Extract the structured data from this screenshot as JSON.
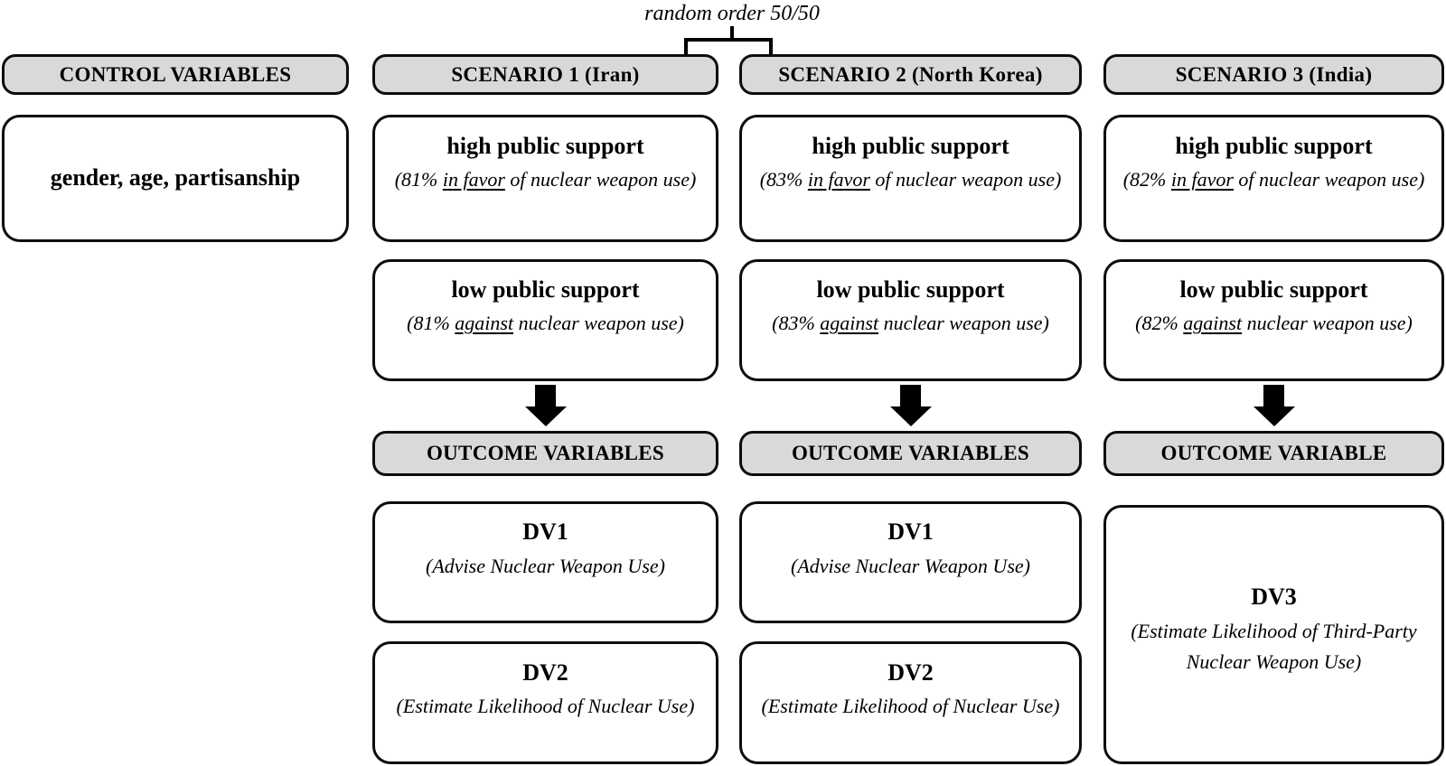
{
  "colors": {
    "header_bg": "#d9d9d9",
    "box_border": "#0d0d0d",
    "arrow": "#000000"
  },
  "annotation": {
    "random_order_label": "random order 50/50"
  },
  "control": {
    "header": "CONTROL VARIABLES",
    "box_text": "gender, age, partisanship"
  },
  "scenarios": [
    {
      "header": "SCENARIO 1 (Iran)",
      "high_title": "high public support",
      "high_detail_pre": "(81% ",
      "high_detail_underline": "in favor",
      "high_detail_post": " of nuclear weapon use)",
      "low_title": "low public support",
      "low_detail_pre": "(81% ",
      "low_detail_underline": "against",
      "low_detail_post": " nuclear weapon use)",
      "outcome_header": "OUTCOME VARIABLES",
      "dvs": [
        {
          "name": "DV1",
          "desc": "(Advise Nuclear Weapon Use)"
        },
        {
          "name": "DV2",
          "desc": "(Estimate Likelihood of Nuclear Use)"
        }
      ]
    },
    {
      "header": "SCENARIO 2 (North Korea)",
      "high_title": "high public support",
      "high_detail_pre": "(83% ",
      "high_detail_underline": "in favor",
      "high_detail_post": " of nuclear weapon use)",
      "low_title": "low public support",
      "low_detail_pre": "(83% ",
      "low_detail_underline": "against",
      "low_detail_post": " nuclear weapon use)",
      "outcome_header": "OUTCOME VARIABLES",
      "dvs": [
        {
          "name": "DV1",
          "desc": "(Advise Nuclear Weapon Use)"
        },
        {
          "name": "DV2",
          "desc": "(Estimate Likelihood of Nuclear Use)"
        }
      ]
    },
    {
      "header": "SCENARIO 3 (India)",
      "high_title": "high public support",
      "high_detail_pre": "(82% ",
      "high_detail_underline": "in favor",
      "high_detail_post": " of nuclear weapon use)",
      "low_title": "low public support",
      "low_detail_pre": "(82% ",
      "low_detail_underline": "against",
      "low_detail_post": " nuclear weapon use)",
      "outcome_header": "OUTCOME VARIABLE",
      "dvs": [
        {
          "name": "DV3",
          "desc": "(Estimate Likelihood of Third-Party Nuclear Weapon Use)"
        }
      ]
    }
  ]
}
